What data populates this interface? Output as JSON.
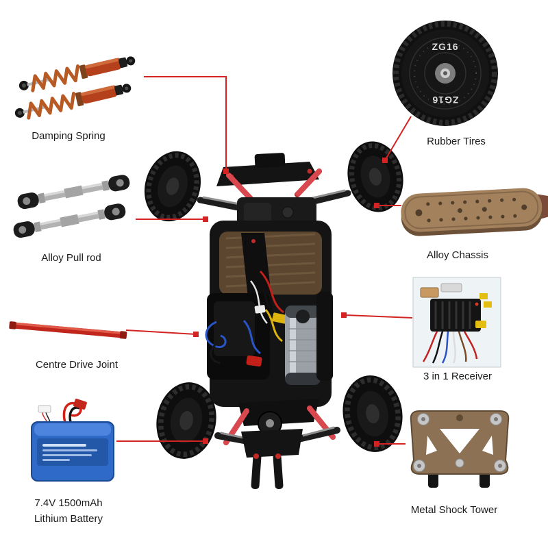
{
  "parts": {
    "damping_spring": {
      "label": "Damping Spring"
    },
    "rubber_tires": {
      "label": "Rubber Tires"
    },
    "alloy_pull_rod": {
      "label": "Alloy Pull rod"
    },
    "alloy_chassis": {
      "label": "Alloy Chassis"
    },
    "centre_drive_joint": {
      "label": "Centre Drive Joint"
    },
    "receiver_3in1": {
      "label": "3 in 1 Receiver"
    },
    "battery": {
      "label_line1": "7.4V 1500mAh",
      "label_line2": "Lithium Battery"
    },
    "metal_shock_tower": {
      "label": "Metal Shock Tower"
    }
  },
  "tire": {
    "brand_text": "ZG16"
  },
  "colors": {
    "leader_line": "#d42323",
    "battery_blue": "#2f6ac8",
    "shock_body_copper": "#b4411c",
    "anodized_shock_red": "#9e1f22",
    "chassis_bronze": "#a3815c",
    "label_text": "#1b1b1b"
  }
}
